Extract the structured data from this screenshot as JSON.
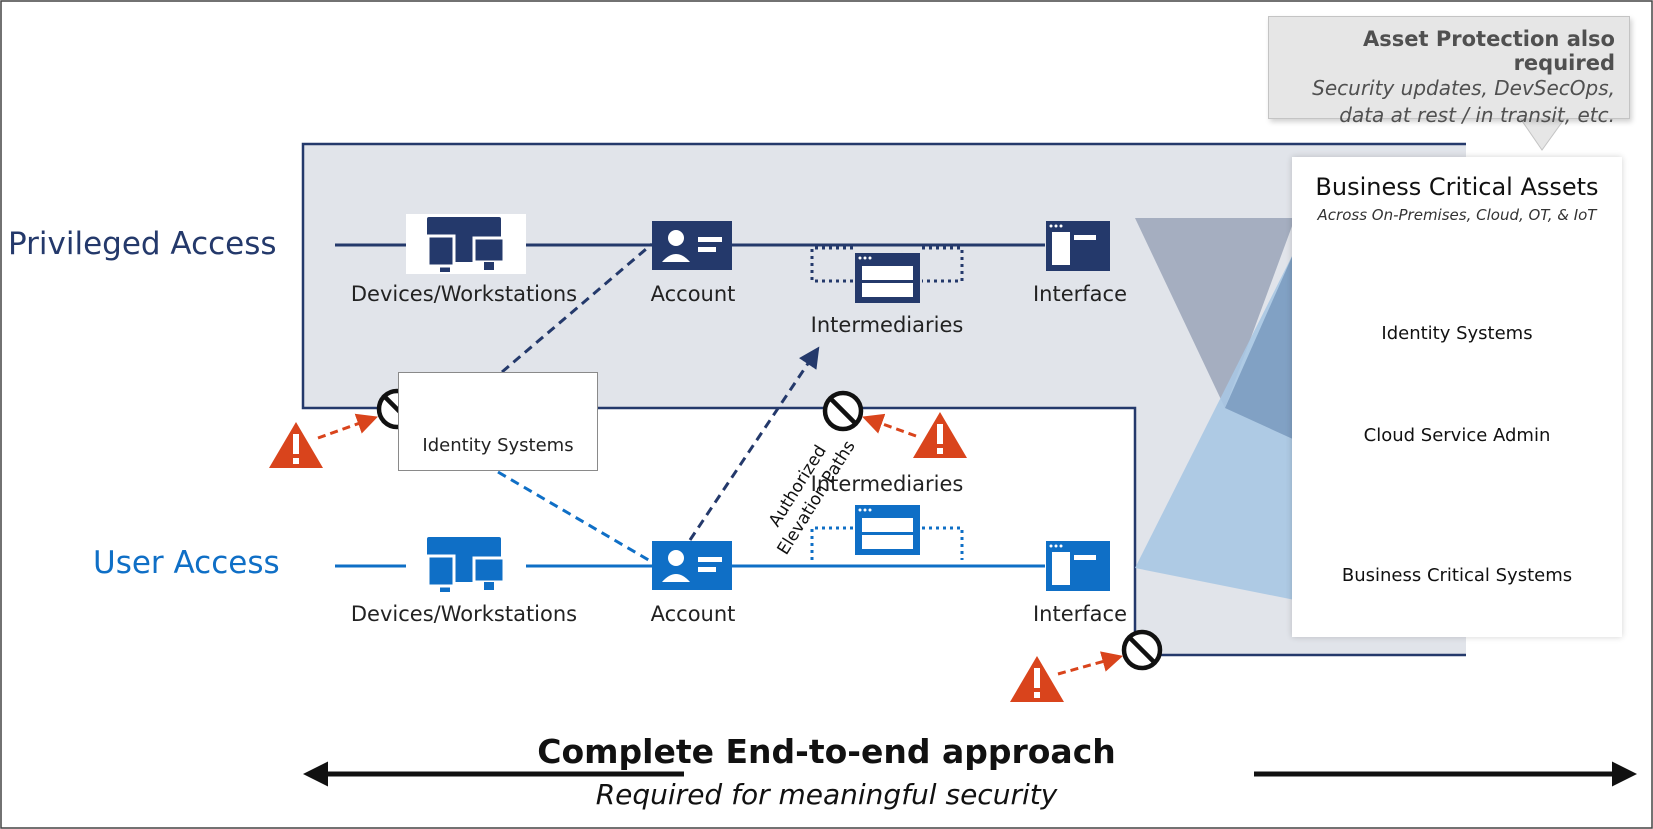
{
  "privileged_access": {
    "title": "Privileged Access",
    "devices_label": "Devices/Workstations",
    "account_label": "Account",
    "intermediaries_label": "Intermediaries",
    "interface_label": "Interface"
  },
  "user_access": {
    "title": "User Access",
    "devices_label": "Devices/Workstations",
    "account_label": "Account",
    "intermediaries_label": "Intermediaries",
    "interface_label": "Interface"
  },
  "identity_systems": {
    "label": "Identity Systems"
  },
  "elevation_paths": {
    "line1": "Authorized",
    "line2": "Elevation Paths"
  },
  "callout": {
    "title": "Asset Protection also required",
    "line1": "Security updates, DevSecOps,",
    "line2": "data at rest / in transit, etc."
  },
  "assets": {
    "title": "Business Critical Assets",
    "subtitle": "Across On-Premises, Cloud, OT, & IoT",
    "items": [
      "Identity Systems",
      "Cloud Service Admin",
      "Business Critical Systems"
    ]
  },
  "footer": {
    "title": "Complete End-to-end approach",
    "subtitle": "Required for meaningful security"
  },
  "colors": {
    "privileged": "#24396b",
    "user": "#0f6fc6",
    "threat": "#d9441c",
    "region_fill": "#e1e4ea"
  },
  "icons": [
    "monitor-icon",
    "account-card-icon",
    "window-icon",
    "warning-icon",
    "blocked-icon",
    "azure-ad-icon",
    "pyramid-icon",
    "ellipsis-icon"
  ]
}
